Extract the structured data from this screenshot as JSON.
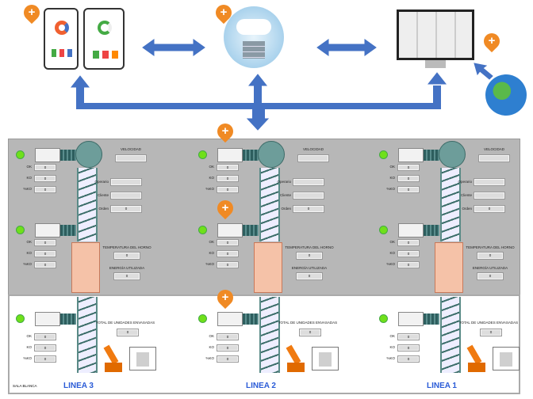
{
  "top": {
    "pin_symbol": "+"
  },
  "labels": {
    "ok": "OK",
    "ko": "KO",
    "pko": "%KO",
    "velocidad": "VELOCIDAD",
    "operario": "Operario",
    "cliente": "Cliente",
    "orden": "Orden",
    "temperatura": "TEMPERATURA DEL HORNO",
    "energia": "ENERGÍA UTILIZADA",
    "total": "TOTAL DE UNIDADES ENVASADAS"
  },
  "sala": "SALA BLANCA",
  "lines": [
    {
      "name": "LINEA 3",
      "cam1": [
        "0",
        "0",
        "0"
      ],
      "cam2": [
        "0",
        "0",
        "0"
      ],
      "cam3": [
        "0",
        "0",
        "0"
      ],
      "velocidad": "",
      "operario": "",
      "cliente": "",
      "orden": "0",
      "temperatura": "0",
      "energia": "0",
      "total": "0"
    },
    {
      "name": "LINEA 2",
      "cam1": [
        "0",
        "0",
        "0"
      ],
      "cam2": [
        "0",
        "0",
        "0"
      ],
      "cam3": [
        "0",
        "0",
        "0"
      ],
      "velocidad": "",
      "operario": "",
      "cliente": "",
      "orden": "0",
      "temperatura": "0",
      "energia": "0",
      "total": "0"
    },
    {
      "name": "LINEA 1",
      "cam1": [
        "0",
        "0",
        "0"
      ],
      "cam2": [
        "0",
        "0",
        "0"
      ],
      "cam3": [
        "0",
        "0",
        "0"
      ],
      "velocidad": "",
      "operario": "",
      "cliente": "",
      "orden": "0",
      "temperatura": "0",
      "energia": "0",
      "total": "0"
    }
  ],
  "colors": {
    "arrow": "#4472c4",
    "pin": "#f08a24",
    "lamp": "#6fe01a",
    "linea": "#2a5bd7"
  }
}
